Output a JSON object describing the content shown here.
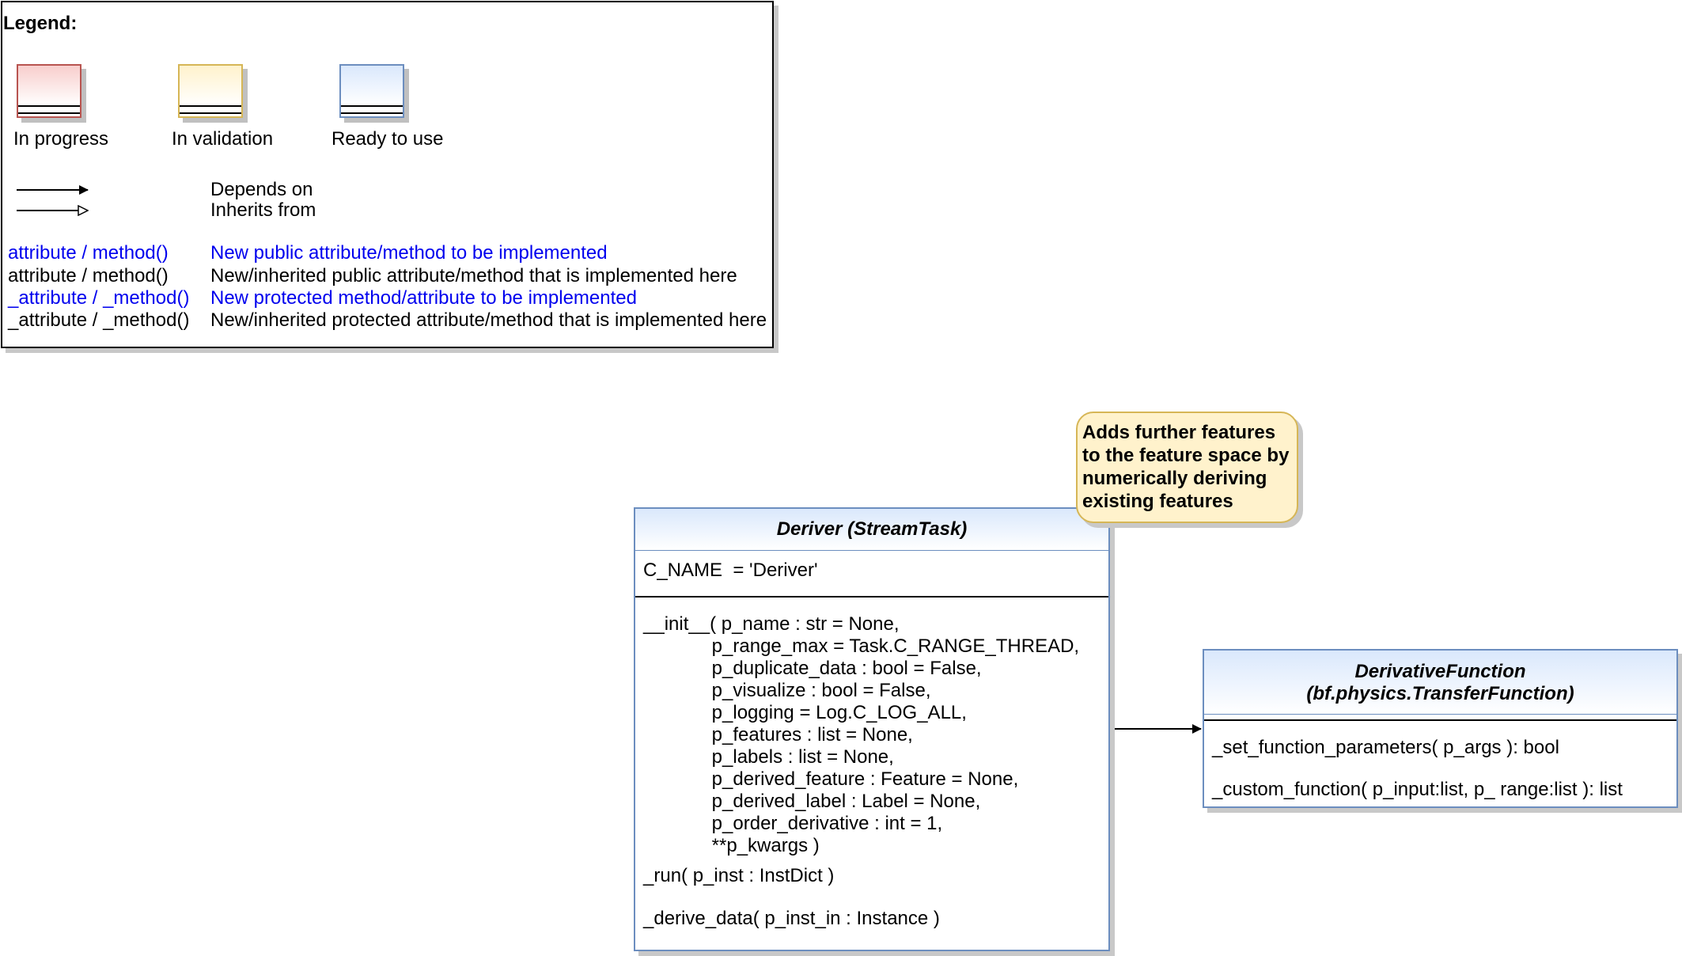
{
  "legend": {
    "title": "Legend:",
    "statuses": [
      {
        "label": "In progress",
        "fill": "#f8cecc",
        "stroke": "#b85450"
      },
      {
        "label": "In validation",
        "fill": "#fff2cc",
        "stroke": "#d6b656"
      },
      {
        "label": "Ready to use",
        "fill": "#dae8fc",
        "stroke": "#6c8ebf"
      }
    ],
    "arrows": [
      {
        "label": "Depends on",
        "head": "filled"
      },
      {
        "label": "Inherits from",
        "head": "hollow"
      }
    ],
    "conventions": [
      {
        "sample": "attribute / method()",
        "meaning": "New public attribute/method to be implemented",
        "color": "blue"
      },
      {
        "sample": "attribute / method()",
        "meaning": "New/inherited public attribute/method that is implemented here",
        "color": "black"
      },
      {
        "sample": "_attribute / _method()",
        "meaning": "New protected method/attribute to be implemented",
        "color": "blue"
      },
      {
        "sample": "_attribute / _method()",
        "meaning": "New/inherited protected attribute/method that is implemented here",
        "color": "black"
      }
    ]
  },
  "note": {
    "text": "Adds further features\nto the feature space by\nnumerically deriving\nexisting features",
    "fill": "#fff2cc",
    "stroke": "#d6b656"
  },
  "deriver": {
    "title": "Deriver (StreamTask)",
    "attribute": "C_NAME  = 'Deriver'",
    "init": "__init__( p_name : str = None,\n             p_range_max = Task.C_RANGE_THREAD,\n             p_duplicate_data : bool = False,\n             p_visualize : bool = False,\n             p_logging = Log.C_LOG_ALL,\n             p_features : list = None,\n             p_labels : list = None,\n             p_derived_feature : Feature = None,\n             p_derived_label : Label = None,\n             p_order_derivative : int = 1,\n             **p_kwargs )",
    "run": "_run( p_inst : InstDict )",
    "derive": "_derive_data( p_inst_in : Instance )",
    "fill": "#dae8fc",
    "stroke": "#6c8ebf"
  },
  "derivative_function": {
    "title_line1": "DerivativeFunction",
    "title_line2": "(bf.physics.TransferFunction)",
    "method1": "_set_function_parameters( p_args ): bool",
    "method2": "_custom_function( p_input:list, p_ range:list ): list",
    "fill": "#dae8fc",
    "stroke": "#6c8ebf"
  },
  "relations": [
    {
      "from": "Deriver (StreamTask)",
      "to": "DerivativeFunction",
      "type": "Depends on"
    }
  ]
}
